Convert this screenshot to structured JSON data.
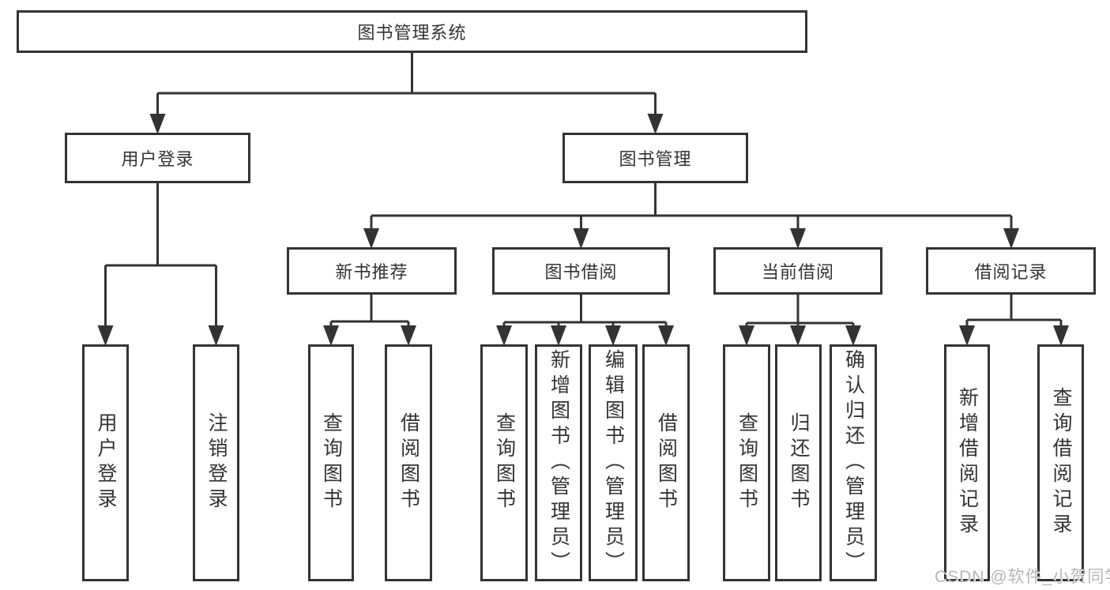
{
  "diagram": {
    "root": {
      "label": "图书管理系统"
    },
    "branches": [
      {
        "label": "用户登录",
        "children": [
          {
            "label": "用户登录"
          },
          {
            "label": "注销登录"
          }
        ]
      },
      {
        "label": "图书管理",
        "children": [
          {
            "label": "新书推荐",
            "children": [
              {
                "label": "查询图书"
              },
              {
                "label": "借阅图书"
              }
            ]
          },
          {
            "label": "图书借阅",
            "children": [
              {
                "label": "查询图书"
              },
              {
                "label": "新增图书（管理员）"
              },
              {
                "label": "编辑图书（管理员）"
              },
              {
                "label": "借阅图书"
              }
            ]
          },
          {
            "label": "当前借阅",
            "children": [
              {
                "label": "查询图书"
              },
              {
                "label": "归还图书"
              },
              {
                "label": "确认归还（管理员）"
              }
            ]
          },
          {
            "label": "借阅记录",
            "children": [
              {
                "label": "新增借阅记录"
              },
              {
                "label": "查询借阅记录"
              }
            ]
          }
        ]
      }
    ]
  },
  "watermark": {
    "text": "CSDN @软件_小贺同学"
  },
  "colors": {
    "line": "#333333",
    "text": "#333333",
    "background": "#ffffff",
    "watermark": "#b6b6ba"
  }
}
